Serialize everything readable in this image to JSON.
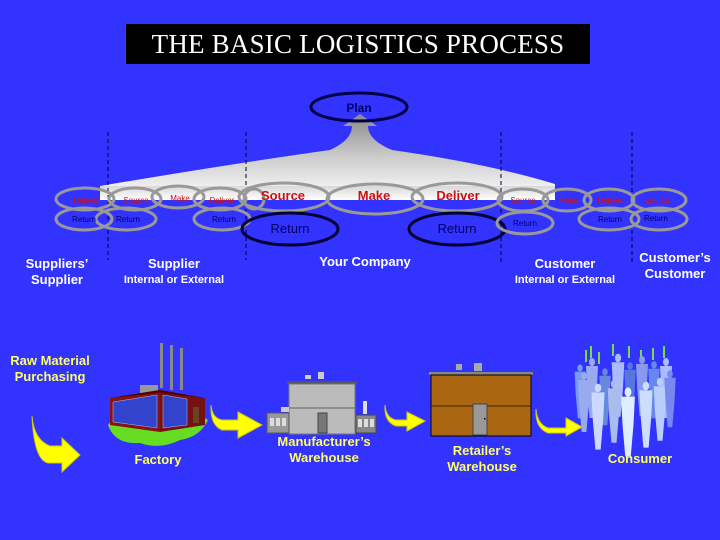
{
  "title": "THE BASIC LOGISTICS PROCESS",
  "plan": {
    "label": "Plan"
  },
  "colors": {
    "background": "#3333ff",
    "process_text": "#cc1111",
    "return_text": "#000066",
    "entity_label": "#ffffff",
    "flow_label": "#ffff66",
    "arrow": "#ffff00"
  },
  "chain": {
    "suppliers_supplier": {
      "processes": [
        "Deliver"
      ],
      "returns": [
        "Return"
      ]
    },
    "supplier": {
      "processes": [
        "Source",
        "Make",
        "Deliver"
      ],
      "returns": [
        "Return",
        "Return"
      ]
    },
    "your_company": {
      "processes": [
        "Source",
        "Make",
        "Deliver"
      ],
      "returns": [
        "Return",
        "Return"
      ]
    },
    "customer": {
      "processes": [
        "Source",
        "Make",
        "Deliver"
      ],
      "returns": [
        "Return",
        "Return"
      ]
    },
    "customers_customer": {
      "processes": [
        "Source"
      ],
      "returns": [
        "Return"
      ]
    }
  },
  "entities": {
    "suppliers_supplier": {
      "line1": "Suppliers’",
      "line2": "Supplier"
    },
    "supplier": {
      "name": "Supplier",
      "sub": "Internal or External"
    },
    "your_company": {
      "name": "Your Company"
    },
    "customer": {
      "name": "Customer",
      "sub": "Internal or External"
    },
    "customers_customer": {
      "line1": "Customer’s",
      "line2": "Customer"
    }
  },
  "flow": {
    "raw_material": {
      "line1": "Raw Material",
      "line2": "Purchasing"
    },
    "factory": "Factory",
    "manufacturers_warehouse": {
      "line1": "Manufacturer’s",
      "line2": "Warehouse"
    },
    "retailers_warehouse": {
      "line1": "Retailer’s",
      "line2": "Warehouse"
    },
    "consumer": "Consumer"
  }
}
